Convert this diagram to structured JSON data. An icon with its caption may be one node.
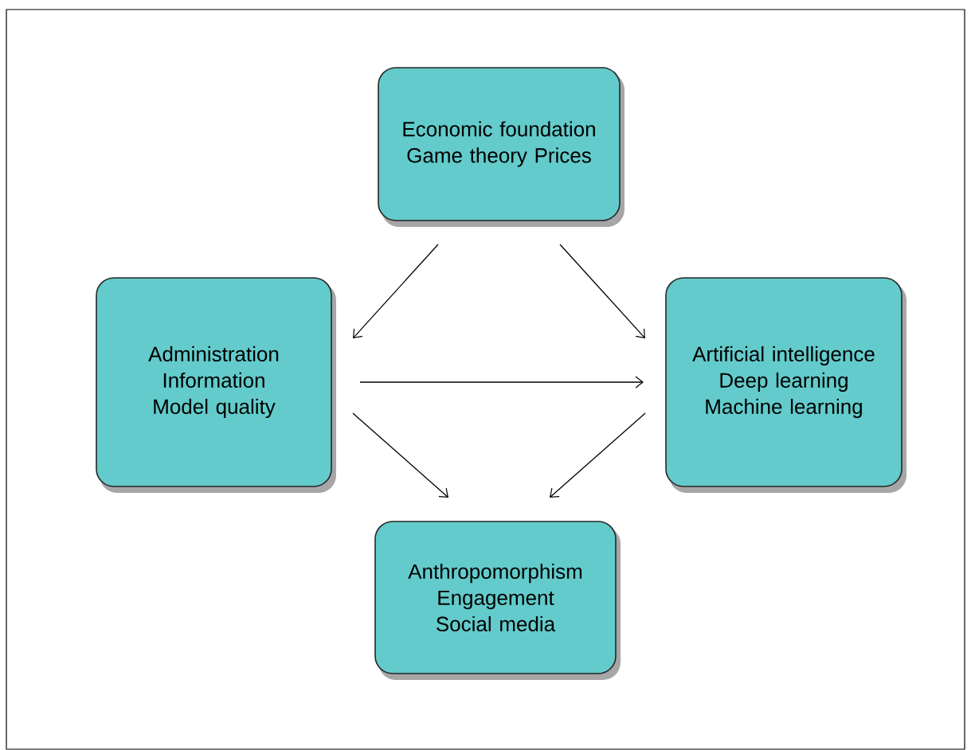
{
  "diagram": {
    "nodes": [
      {
        "text": [
          "Economic foundation Game theory Prices"
        ]
      },
      {
        "text": [
          "Administration Information Model quality"
        ]
      },
      {
        "text": [
          "Artificial intelligence Deep learning Machine learning"
        ]
      },
      {
        "text": [
          "Anthropomorphism Engagement Social media"
        ]
      }
    ],
    "edges": [
      {
        "from": 0,
        "to": 1,
        "arrow": "to"
      },
      {
        "from": 0,
        "to": 2,
        "arrow": "to"
      },
      {
        "from": 1,
        "to": 2,
        "arrow": "to"
      },
      {
        "from": 1,
        "to": 3,
        "arrow": "to"
      },
      {
        "from": 2,
        "to": 3,
        "arrow": "to"
      }
    ]
  }
}
